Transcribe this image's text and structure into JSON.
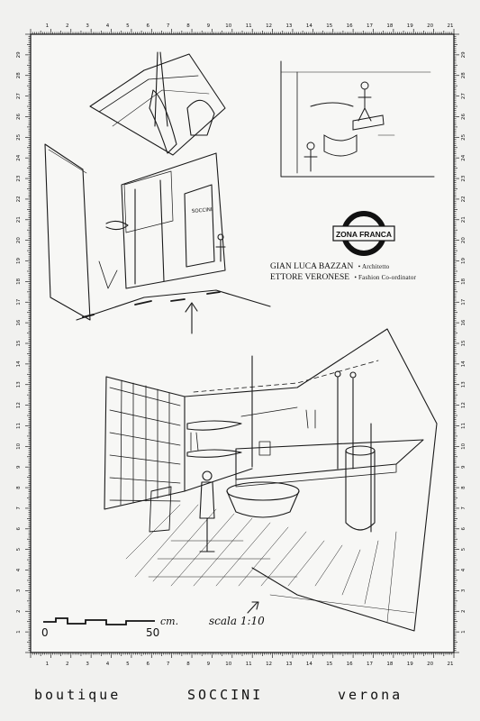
{
  "brand_badge": {
    "text": "ZONA FRANCA"
  },
  "credits": [
    {
      "name": "GIAN LUCA BAZZAN",
      "role": "Architetto"
    },
    {
      "name": "ETTORE VERONESE",
      "role": "Fashion Co-ordinator"
    }
  ],
  "store_sign": "SOCCINI",
  "scale_bar": {
    "start": "0",
    "end": "50",
    "unit": "cm.",
    "label": "scala 1:10"
  },
  "ruler": {
    "top_numbers": [
      "1",
      "2",
      "3",
      "4",
      "5",
      "6",
      "7",
      "8",
      "9",
      "10",
      "11",
      "12",
      "13",
      "14",
      "15",
      "16",
      "17",
      "18",
      "19",
      "20",
      "21"
    ],
    "side_numbers": [
      "1",
      "2",
      "3",
      "4",
      "5",
      "6",
      "7",
      "8",
      "9",
      "10",
      "11",
      "12",
      "13",
      "14",
      "15",
      "16",
      "17",
      "18",
      "19",
      "20",
      "21",
      "22",
      "23",
      "24",
      "25",
      "26",
      "27",
      "28",
      "29"
    ]
  },
  "caption": {
    "word1": "boutique",
    "word2": "SOCCINI",
    "word3": "verona"
  }
}
